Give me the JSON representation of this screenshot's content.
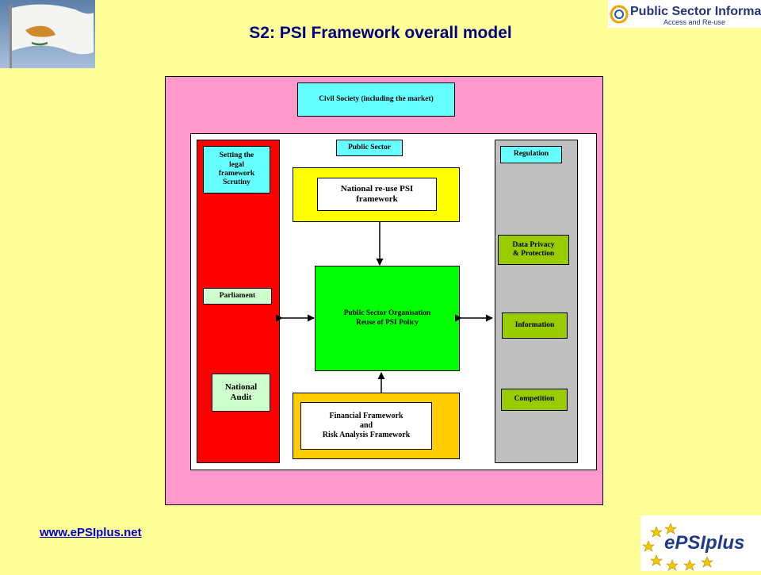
{
  "title": "S2: PSI Framework overall model",
  "footer_link": "www.ePSIplus.net",
  "logos": {
    "psi_line1": "Public Sector Information",
    "psi_line2": "Access and Re-use",
    "epsi": "ePSIplus"
  },
  "diagram": {
    "civil_society": "Civil Society (including the market)",
    "public_sector": "Public Sector",
    "left": {
      "setting": "Setting the\nlegal\nframework\nScrutiny",
      "parliament": "Parliament",
      "audit": "National\nAudit"
    },
    "center": {
      "national_framework": "National re-use PSI\nframework",
      "organisation": "Public Sector Organisation\nReuse of PSI Policy",
      "financial": "Financial Framework\nand\nRisk Analysis Framework"
    },
    "right": {
      "regulation": "Regulation",
      "privacy": "Data Privacy\n& Protection",
      "information": "Information",
      "competition": "Competition"
    }
  },
  "colors": {
    "background": "#ffff99",
    "outer": "#ff99cc",
    "left_column": "#ff0000",
    "right_column": "#c0c0c0",
    "center_top": "#ffff00",
    "center_main": "#00ff00",
    "center_bottom": "#ffcc00",
    "cyan_box": "#66ffff",
    "green_box": "#99cc00",
    "light_green_box": "#ccffcc"
  }
}
